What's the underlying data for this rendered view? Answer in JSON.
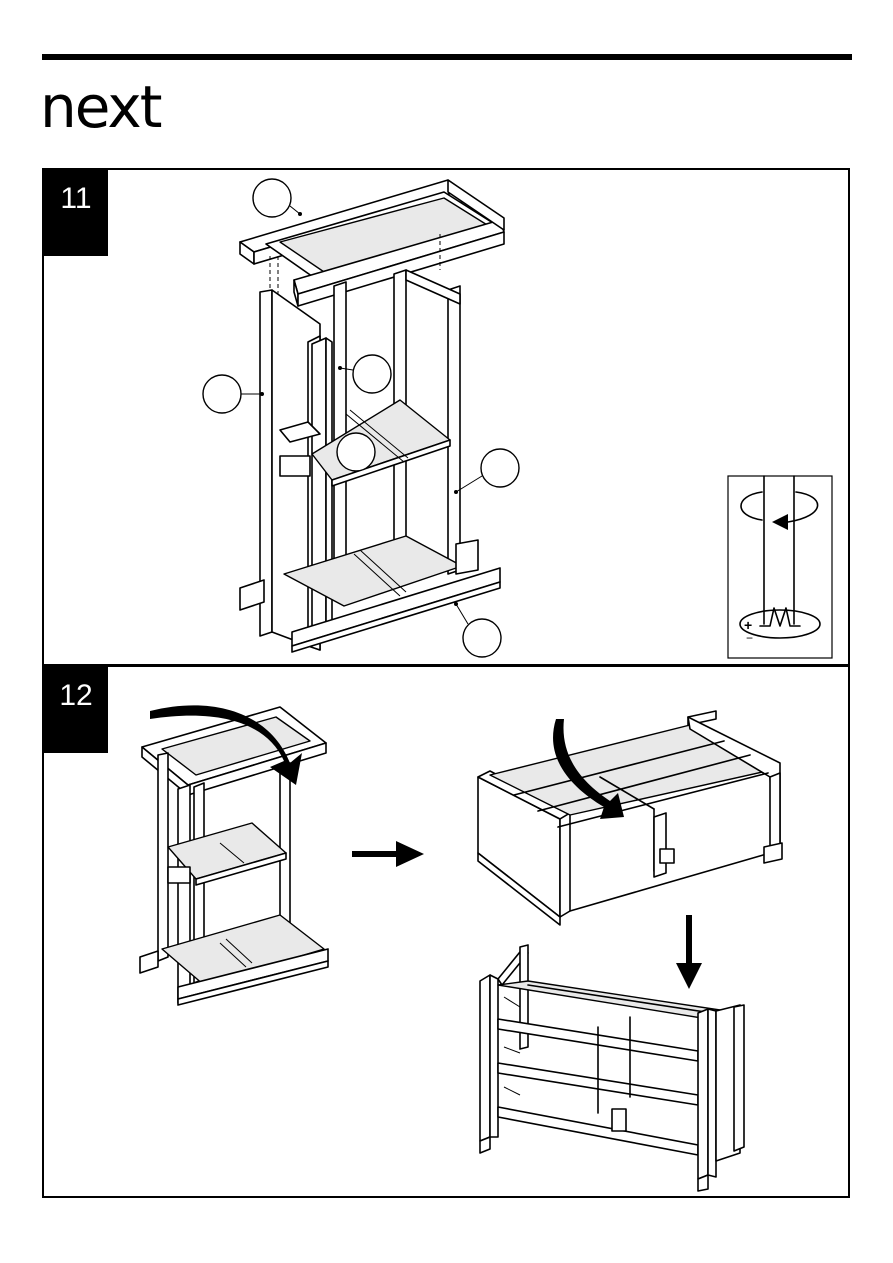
{
  "brand": {
    "logo_text": "next"
  },
  "steps": [
    {
      "number": "11"
    },
    {
      "number": "12"
    }
  ],
  "icons": {
    "rotate": "rotate-clockwise-icon",
    "screwdriver": "screwdriver-icon",
    "arrow_right": "arrow-right-icon",
    "arrow_down": "arrow-down-icon",
    "curved_arrow": "curved-arrow-icon"
  },
  "colors": {
    "ink": "#000000",
    "paper": "#ffffff",
    "badge": "#000000"
  }
}
